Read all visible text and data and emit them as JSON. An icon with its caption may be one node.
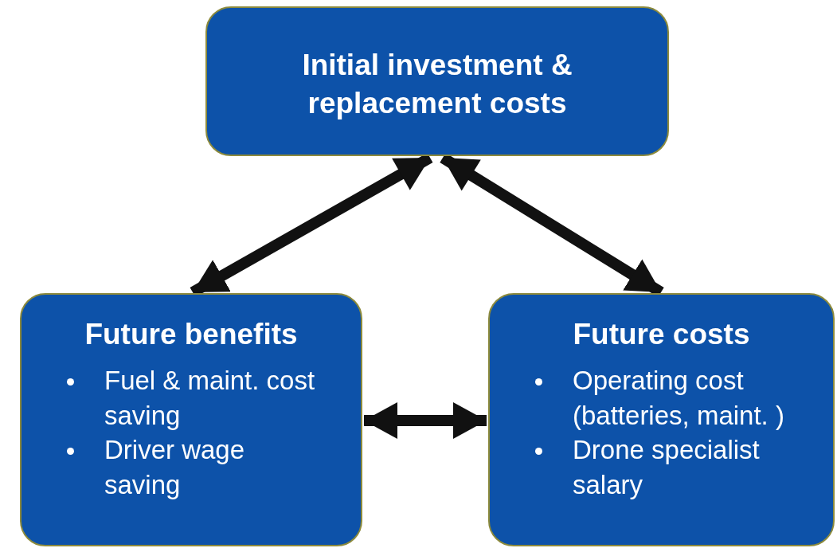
{
  "diagram": {
    "nodes": [
      {
        "text": [
          "Initial investment & replacement costs"
        ]
      },
      {
        "text": [
          "Future benefits",
          "Fuel & maint. cost saving",
          "Driver wage saving"
        ]
      },
      {
        "text": [
          "Future costs",
          "Operating cost (batteries, maint. )",
          "Drone specialist salary"
        ]
      }
    ],
    "edges": [
      {
        "from": 0,
        "to": 1,
        "arrow": "both"
      },
      {
        "from": 0,
        "to": 2,
        "arrow": "both"
      },
      {
        "from": 1,
        "to": 2,
        "arrow": "both"
      }
    ]
  }
}
